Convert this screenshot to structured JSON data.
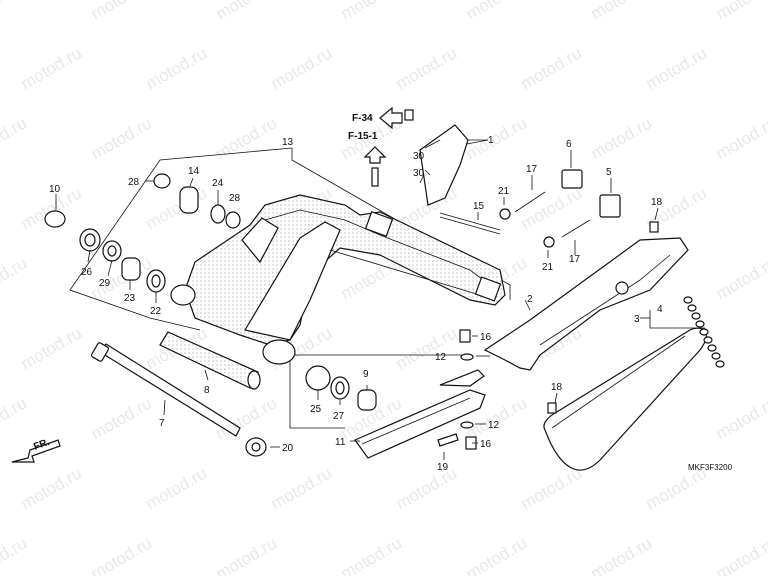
{
  "watermark": "motod.ru",
  "diagram_code": "MKF3F3200",
  "front_arrow": "FR.",
  "refs": [
    "F-34",
    "F-15-1"
  ],
  "callouts": [
    {
      "id": "c1",
      "text": "1"
    },
    {
      "id": "c2",
      "text": "2"
    },
    {
      "id": "c3",
      "text": "3"
    },
    {
      "id": "c4",
      "text": "4"
    },
    {
      "id": "c5",
      "text": "5"
    },
    {
      "id": "c6",
      "text": "6"
    },
    {
      "id": "c7",
      "text": "7"
    },
    {
      "id": "c8",
      "text": "8"
    },
    {
      "id": "c9",
      "text": "9"
    },
    {
      "id": "c10",
      "text": "10"
    },
    {
      "id": "c11",
      "text": "11"
    },
    {
      "id": "c12a",
      "text": "12"
    },
    {
      "id": "c12b",
      "text": "12"
    },
    {
      "id": "c13",
      "text": "13"
    },
    {
      "id": "c14",
      "text": "14"
    },
    {
      "id": "c15",
      "text": "15"
    },
    {
      "id": "c16a",
      "text": "16"
    },
    {
      "id": "c16b",
      "text": "16"
    },
    {
      "id": "c17a",
      "text": "17"
    },
    {
      "id": "c17b",
      "text": "17"
    },
    {
      "id": "c18a",
      "text": "18"
    },
    {
      "id": "c18b",
      "text": "18"
    },
    {
      "id": "c19",
      "text": "19"
    },
    {
      "id": "c20",
      "text": "20"
    },
    {
      "id": "c21a",
      "text": "21"
    },
    {
      "id": "c21b",
      "text": "21"
    },
    {
      "id": "c22",
      "text": "22"
    },
    {
      "id": "c23",
      "text": "23"
    },
    {
      "id": "c24",
      "text": "24"
    },
    {
      "id": "c25",
      "text": "25"
    },
    {
      "id": "c26",
      "text": "26"
    },
    {
      "id": "c27",
      "text": "27"
    },
    {
      "id": "c28a",
      "text": "28"
    },
    {
      "id": "c28b",
      "text": "28"
    },
    {
      "id": "c29",
      "text": "29"
    },
    {
      "id": "c30a",
      "text": "30"
    },
    {
      "id": "c30b",
      "text": "30"
    }
  ]
}
